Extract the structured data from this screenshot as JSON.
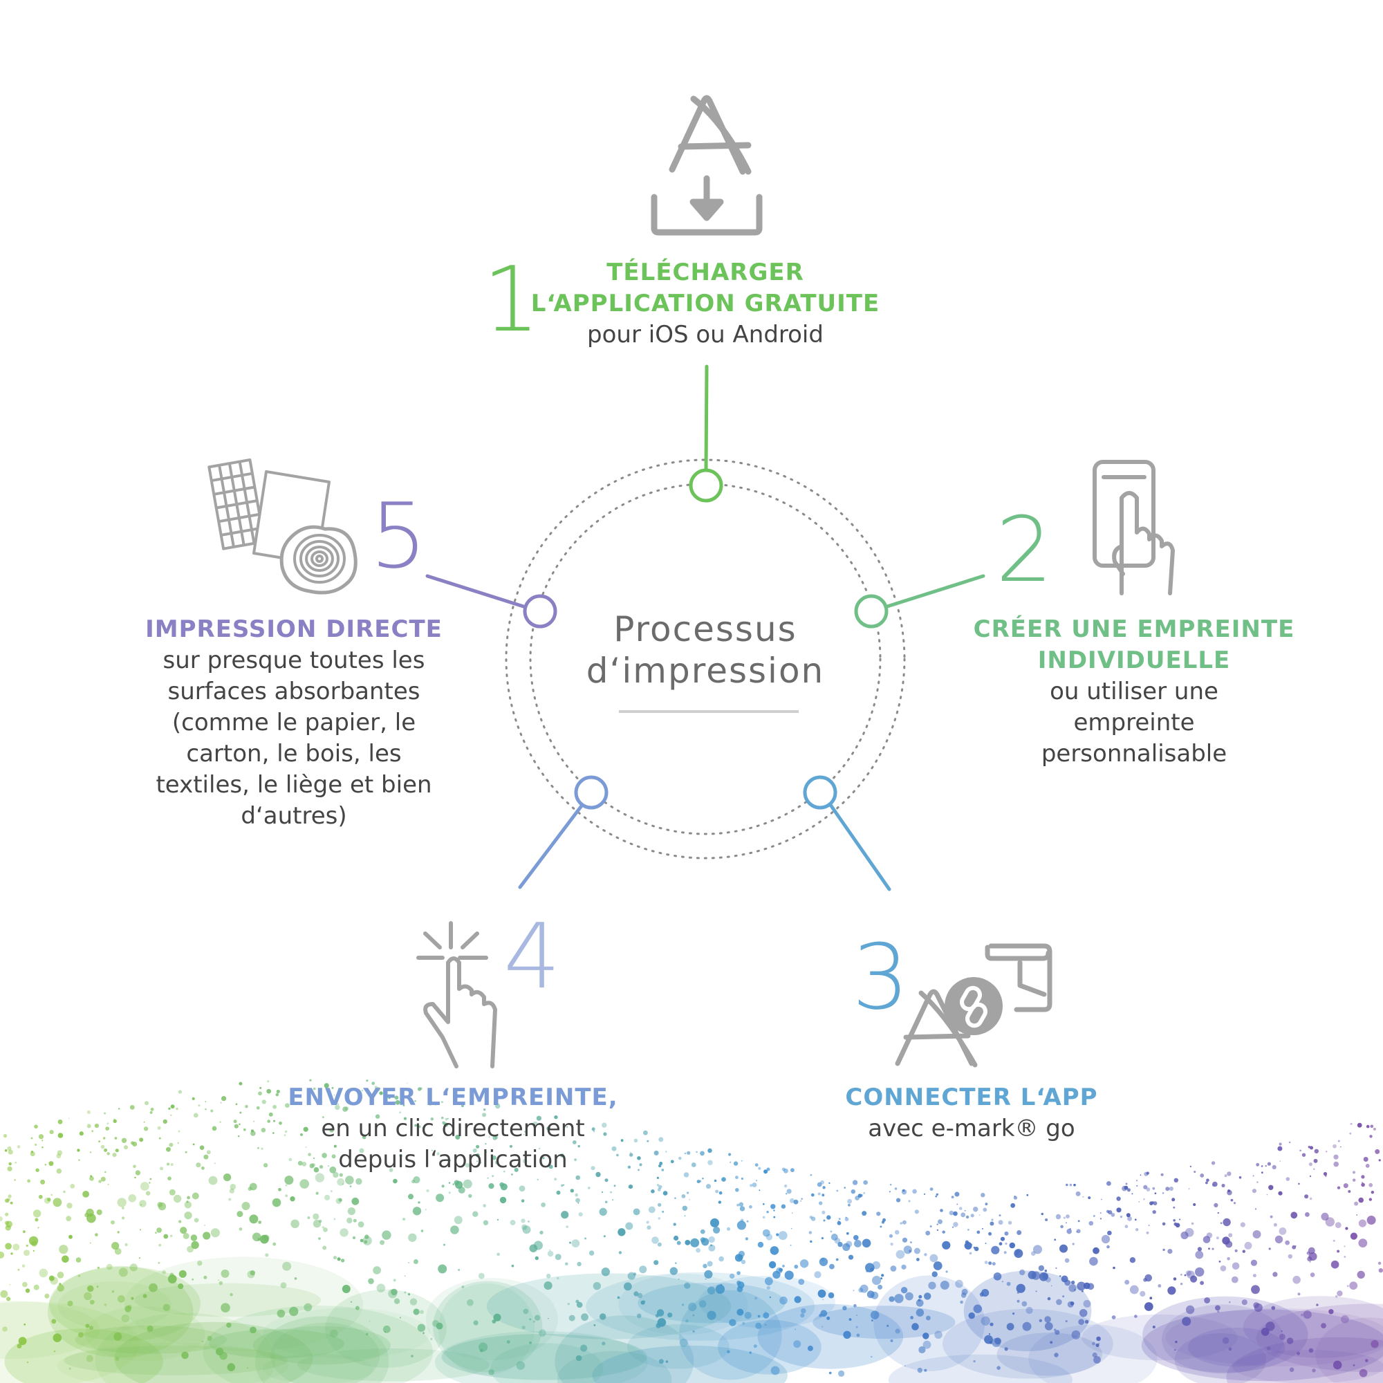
{
  "colors": {
    "step1": "#6cc35a",
    "step2": "#6fbf86",
    "step3": "#5fa6d4",
    "step4": "#7b9bd6",
    "step5": "#8a80c4",
    "icon": "#a3a3a3",
    "ring": "#888888"
  },
  "center": {
    "label_line1": "Processus",
    "label_line2": "d‘impression"
  },
  "steps": [
    {
      "number": "1",
      "title_lines": [
        "TÉLÉCHARGER",
        "L‘APPLICATION GRATUITE"
      ],
      "body_lines": [
        "pour iOS ou Android"
      ],
      "icon": "app-download-icon"
    },
    {
      "number": "2",
      "title_lines": [
        "CRÉER UNE EMPREINTE",
        "INDIVIDUELLE"
      ],
      "body_lines": [
        "ou utiliser une",
        "empreinte",
        "personnalisable"
      ],
      "icon": "phone-touch-icon"
    },
    {
      "number": "3",
      "title_lines": [
        "CONNECTER L‘APP"
      ],
      "body_lines": [
        "avec e-mark® go"
      ],
      "icon": "app-link-device-icon"
    },
    {
      "number": "4",
      "title_lines": [
        "ENVOYER L‘EMPREINTE,"
      ],
      "body_lines": [
        "en un clic directement",
        "depuis l‘application"
      ],
      "icon": "finger-click-icon"
    },
    {
      "number": "5",
      "title_lines": [
        "IMPRESSION DIRECTE"
      ],
      "body_lines": [
        "sur presque toutes les",
        "surfaces absorbantes",
        "(comme le papier, le",
        "carton, le bois, les",
        "textiles, le liège et bien",
        "d‘autres)"
      ],
      "icon": "materials-icon"
    }
  ]
}
